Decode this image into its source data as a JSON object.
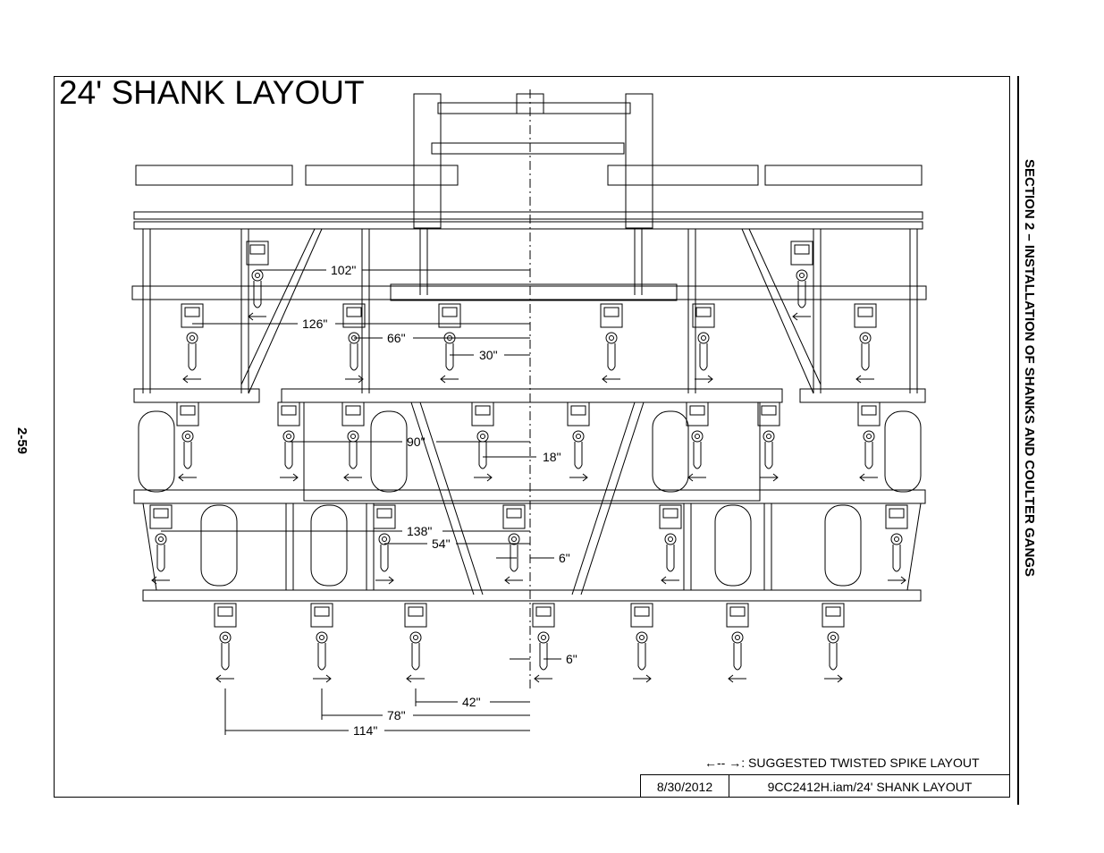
{
  "title": "24' SHANK LAYOUT",
  "page_number": "2-59",
  "section_title": "SECTION 2 – INSTALLATION OF SHANKS AND COULTER GANGS",
  "legend": {
    "symbol": "←-- →",
    "text": ": SUGGESTED TWISTED SPIKE LAYOUT"
  },
  "title_block": {
    "date": "8/30/2012",
    "file": "9CC2412H.iam/24' SHANK LAYOUT"
  },
  "dimensions": {
    "d102": "102\"",
    "d126": "126\"",
    "d66": "66\"",
    "d30": "30\"",
    "d90": "90\"",
    "d18": "18\"",
    "d138": "138\"",
    "d54": "54\"",
    "d6a": "6\"",
    "d6b": "6\"",
    "d42": "42\"",
    "d78": "78\"",
    "d114": "114\""
  }
}
